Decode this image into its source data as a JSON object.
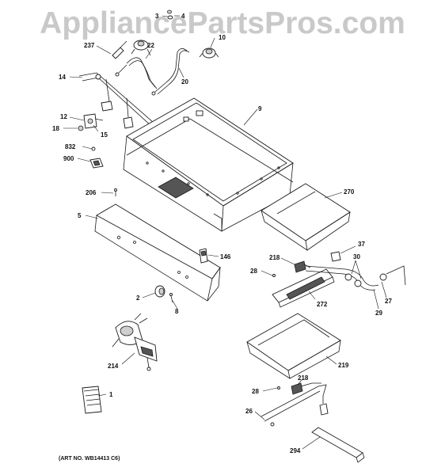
{
  "watermark": "AppliancePartsPros.com",
  "art_number": "(ART NO. WB14413 C6)",
  "callouts": {
    "c3": "3",
    "c4": "4",
    "c10": "10",
    "c237": "237",
    "c22": "22",
    "c20": "20",
    "c14": "14",
    "c9": "9",
    "c12": "12",
    "c18": "18",
    "c15": "15",
    "c832": "832",
    "c900": "900",
    "c206": "206",
    "c270": "270",
    "c5": "5",
    "c37": "37",
    "c146": "146",
    "c218a": "218",
    "c30": "30",
    "c28a": "28",
    "c2": "2",
    "c272": "272",
    "c27": "27",
    "c8": "8",
    "c29": "29",
    "c214": "214",
    "c219": "219",
    "c1": "1",
    "c218b": "218",
    "c28b": "28",
    "c26": "26",
    "c294": "294"
  }
}
